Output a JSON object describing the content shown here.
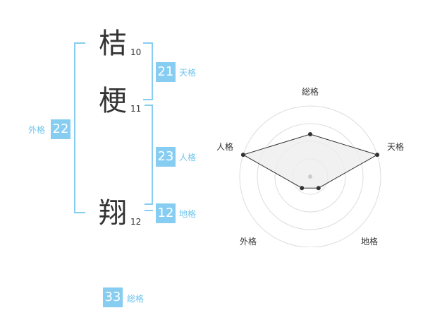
{
  "name": {
    "chars": [
      {
        "char": "桔",
        "strokes": "10"
      },
      {
        "char": "梗",
        "strokes": "11"
      },
      {
        "char": "翔",
        "strokes": "12"
      }
    ]
  },
  "kaku": {
    "tenkaku": {
      "value": "21",
      "label": "天格"
    },
    "jinkaku": {
      "value": "23",
      "label": "人格"
    },
    "chikaku": {
      "value": "12",
      "label": "地格"
    },
    "gaikaku": {
      "value": "22",
      "label": "外格"
    },
    "soukaku": {
      "value": "33",
      "label": "総格"
    }
  },
  "chart_data": {
    "type": "radar",
    "axes": [
      "総格",
      "天格",
      "地格",
      "外格",
      "人格"
    ],
    "values": [
      3,
      5,
      1,
      1,
      5
    ],
    "rmax": 5,
    "rings": 4
  },
  "colors": {
    "accent": "#86cdf1",
    "accent_text": "#6cc3ee",
    "text": "#333333",
    "ring": "#dddddd",
    "fill": "#eeeeee"
  }
}
